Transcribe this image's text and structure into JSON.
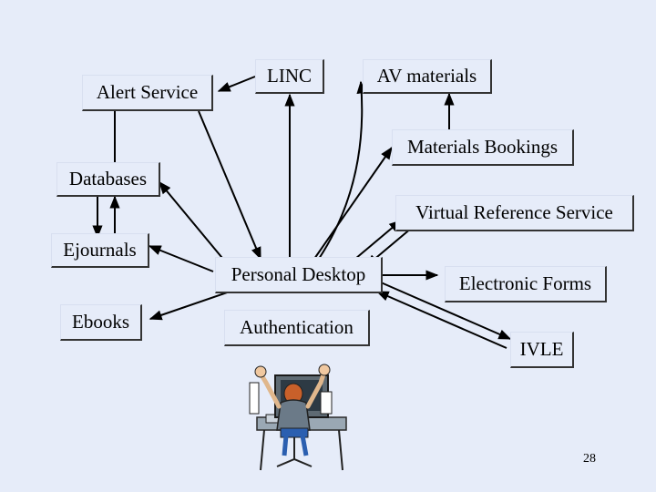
{
  "nodes": {
    "alert_service": "Alert Service",
    "linc": "LINC",
    "av_materials": "AV materials",
    "materials_bookings": "Materials Bookings",
    "databases": "Databases",
    "virtual_reference_service": "Virtual Reference Service",
    "ejournals": "Ejournals",
    "personal_desktop": "Personal Desktop",
    "electronic_forms": "Electronic Forms",
    "ebooks": "Ebooks",
    "authentication": "Authentication",
    "ivle": "IVLE"
  },
  "page_number": "28",
  "illustration": "stressed-user-at-computer",
  "colors": {
    "background": "#e6ecf9",
    "line": "#000000"
  }
}
